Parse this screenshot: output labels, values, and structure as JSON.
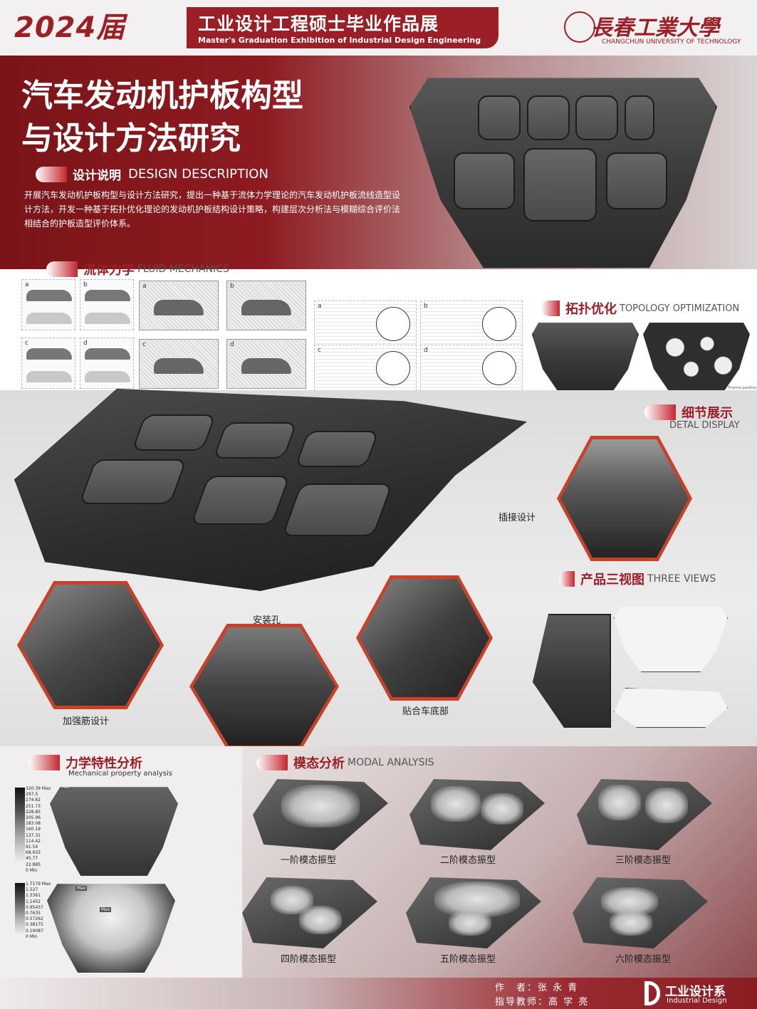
{
  "header": {
    "year": "2024届",
    "title_cn": "工业设计工程硕士毕业作品展",
    "title_en": "Master's Graduation Exhibition of  Industrial Design Engineering",
    "university_cn": "長春工業大學",
    "university_en": "CHANGCHUN UNIVERSITY OF TECHNOLOGY"
  },
  "hero": {
    "title_line1": "汽车发动机护板构型",
    "title_line2": "与设计方法研究"
  },
  "design_description": {
    "heading_cn": "设计说明",
    "heading_en": "DESIGN DESCRIPTION",
    "body": "开展汽车发动机护板构型与设计方法研究，提出一种基于流体力学理论的汽车发动机护板流线造型设计方法，开发一种基于拓扑优化理论的发动机护板结构设计策略，构建层次分析法与模糊综合评价法相结合的护板造型评价体系。"
  },
  "fluid": {
    "heading_cn": "流体力学",
    "heading_en": "FLUID MECHANICS",
    "labels": [
      "a",
      "b",
      "c",
      "d"
    ]
  },
  "topology": {
    "heading_cn": "拓扑优化",
    "heading_en": "TOPOLOGY OPTIMIZATION",
    "legend": "Thermo position"
  },
  "detail": {
    "heading_cn": "细节展示",
    "heading_en": "DETAL DISPLAY",
    "callouts": {
      "plug": "插接设计",
      "hole": "安装孔",
      "rib": "加强筋设计",
      "fit": "贴合车底部"
    }
  },
  "three_views": {
    "heading_cn": "产品三视图",
    "heading_en": "THREE VIEWS"
  },
  "mechanical": {
    "heading_cn": "力学特性分析",
    "heading_en": "Mechanical property analysis",
    "legend1": [
      "320.39 Max",
      "297.5",
      "274.62",
      "251.73",
      "228.85",
      "205.96",
      "183.08",
      "160.19",
      "137.31",
      "114.42",
      "91.54",
      "68.655",
      "45.77",
      "22.885",
      "0 Min"
    ],
    "legend2": [
      "1.7179 Max",
      "1.527",
      "1.3361",
      "1.1452",
      "0.95437",
      "0.7635",
      "0.57262",
      "0.38175",
      "0.19087",
      "0 Min"
    ],
    "tag_max": "Max"
  },
  "modal": {
    "heading_cn": "模态分析",
    "heading_en": "MODAL ANALYSIS",
    "modes": [
      "一阶模态振型",
      "二阶模态振型",
      "三阶模态振型",
      "四阶模态振型",
      "五阶模态振型",
      "六阶模态振型"
    ]
  },
  "footer": {
    "author": "作　者：张 永 青",
    "advisor": "指导教师：高 学 亮",
    "dept_cn": "工业设计系",
    "dept_en": "Industrial Design"
  },
  "colors": {
    "brand_red": "#9a1f26",
    "accent_orange": "#c8422a"
  }
}
